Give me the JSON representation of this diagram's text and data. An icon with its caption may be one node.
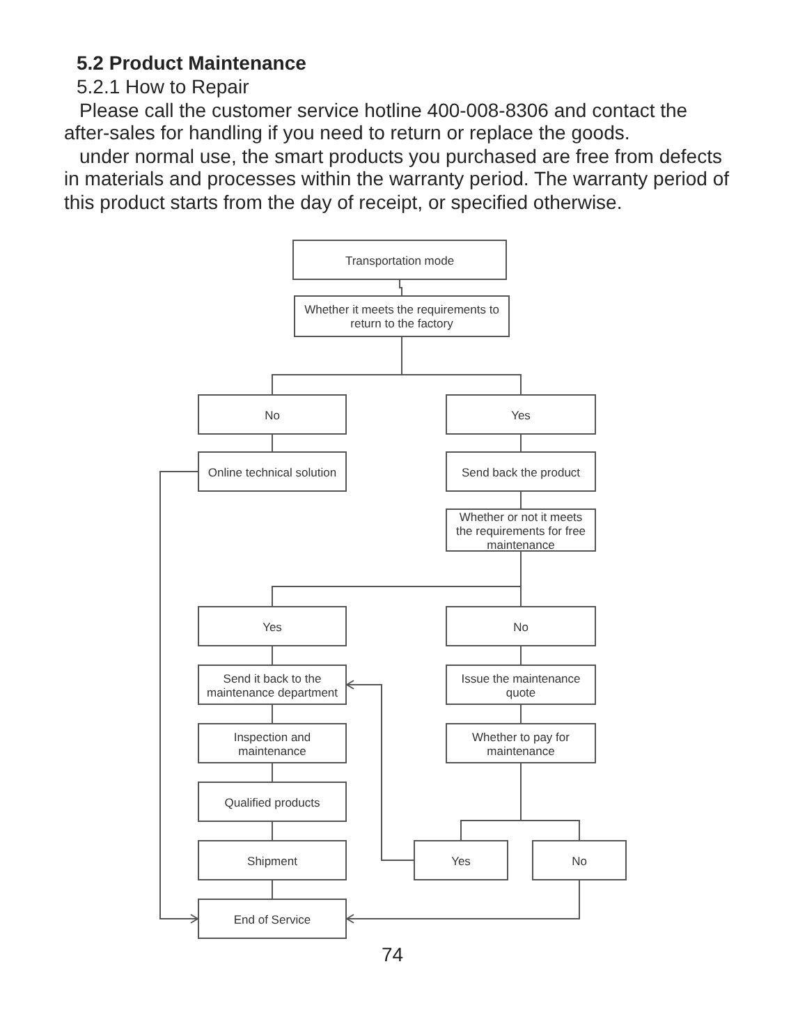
{
  "diagram": {
    "title": "5.2 Product Maintenance",
    "nodes": [
      {
        "text": [
          "Transportation mode"
        ]
      },
      {
        "text": [
          "Whether it meets the requirements to return to the factory"
        ]
      },
      {
        "text": [
          "No"
        ]
      },
      {
        "text": [
          "Yes"
        ]
      },
      {
        "text": [
          "Online technical solution"
        ]
      },
      {
        "text": [
          "Send back the product"
        ]
      },
      {
        "text": [
          "Whether or not it meets the requirements for free maintenance"
        ]
      },
      {
        "text": [
          "Yes"
        ]
      },
      {
        "text": [
          "No"
        ]
      },
      {
        "text": [
          "Send it back to the maintenance department"
        ]
      },
      {
        "text": [
          "Issue the maintenance quote"
        ]
      },
      {
        "text": [
          "Inspection and maintenance"
        ]
      },
      {
        "text": [
          "Whether to pay for maintenance"
        ]
      },
      {
        "text": [
          "Qualified products"
        ]
      },
      {
        "text": [
          "Shipment"
        ]
      },
      {
        "text": [
          "Yes"
        ]
      },
      {
        "text": [
          "No"
        ]
      },
      {
        "text": [
          "End of Service"
        ]
      }
    ],
    "edges": [
      {
        "from": 0,
        "to": 1,
        "arrow": "none"
      },
      {
        "from": 1,
        "to": 2,
        "arrow": "none"
      },
      {
        "from": 1,
        "to": 3,
        "arrow": "none"
      },
      {
        "from": 2,
        "to": 4,
        "arrow": "none"
      },
      {
        "from": 3,
        "to": 5,
        "arrow": "none"
      },
      {
        "from": 5,
        "to": 6,
        "arrow": "none"
      },
      {
        "from": 6,
        "to": 7,
        "arrow": "none"
      },
      {
        "from": 6,
        "to": 8,
        "arrow": "none"
      },
      {
        "from": 7,
        "to": 9,
        "arrow": "none"
      },
      {
        "from": 8,
        "to": 10,
        "arrow": "none"
      },
      {
        "from": 9,
        "to": 11,
        "arrow": "none"
      },
      {
        "from": 10,
        "to": 12,
        "arrow": "none"
      },
      {
        "from": 11,
        "to": 13,
        "arrow": "none"
      },
      {
        "from": 12,
        "to": 15,
        "arrow": "none"
      },
      {
        "from": 12,
        "to": 16,
        "arrow": "none"
      },
      {
        "from": 13,
        "to": 14,
        "arrow": "none"
      },
      {
        "from": 14,
        "to": 17,
        "arrow": "none"
      },
      {
        "from": 4,
        "to": 17,
        "arrow": "to"
      },
      {
        "from": 15,
        "to": 9,
        "arrow": "to"
      },
      {
        "from": 16,
        "to": 17,
        "arrow": "to"
      }
    ],
    "labels": [
      "5.2.1 How to Repair",
      "Please call the customer service hotline 400-008-8306 and contact the after-sales for handling if you need to return or replace the goods.",
      "under normal use, the smart products you purchased are free from defects in materials and processes within the warranty period. The warranty period of this product starts from the day of receipt, or specified otherwise.",
      "74"
    ]
  }
}
